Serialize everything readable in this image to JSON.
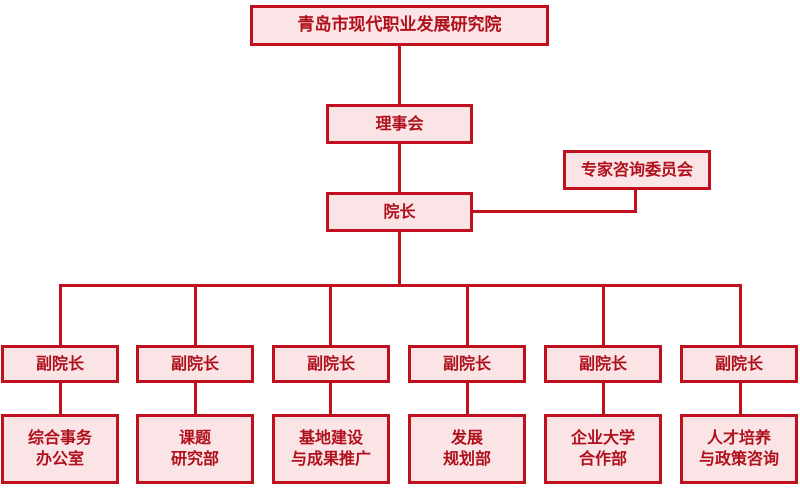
{
  "org": {
    "institute": "青岛市现代职业发展研究院",
    "council": "理事会",
    "expert_committee": "专家咨询委员会",
    "president": "院长",
    "vice_presidents": [
      "副院长",
      "副院长",
      "副院长",
      "副院长",
      "副院长",
      "副院长"
    ],
    "departments": [
      {
        "line1": "综合事务",
        "line2": "办公室"
      },
      {
        "line1": "课题",
        "line2": "研究部"
      },
      {
        "line1": "基地建设",
        "line2": "与成果推广"
      },
      {
        "line1": "发展",
        "line2": "规划部"
      },
      {
        "line1": "企业大学",
        "line2": "合作部"
      },
      {
        "line1": "人才培养",
        "line2": "与政策咨询"
      }
    ]
  },
  "colors": {
    "border": "#c0101e",
    "fill": "#fbe4e6",
    "text": "#b0101c"
  }
}
